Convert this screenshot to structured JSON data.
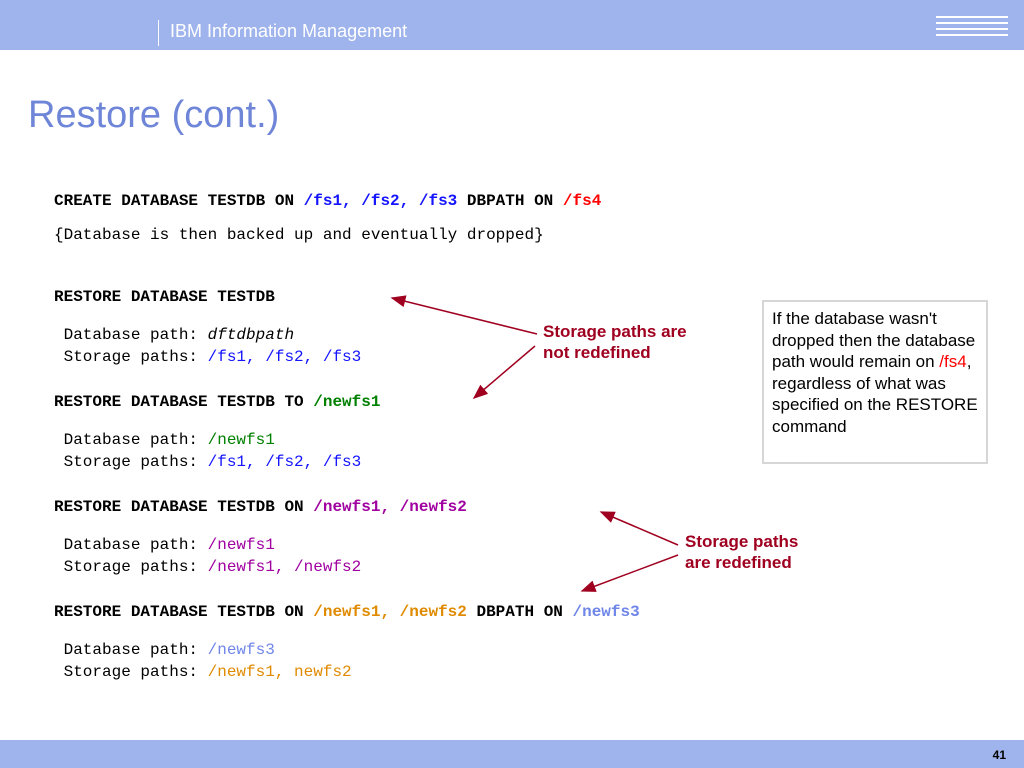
{
  "header": {
    "brand": "IBM Information Management",
    "logo_text": "IBM"
  },
  "title": "Restore (cont.)",
  "create": {
    "cmd": "CREATE DATABASE TESTDB ON ",
    "paths": "/fs1, /fs2, /fs3",
    "dbpath_kw": " DBPATH ON ",
    "dbpath": "/fs4"
  },
  "create_note": "{Database is then backed up and eventually dropped}",
  "r1": {
    "cmd": "RESTORE DATABASE TESTDB",
    "db_label": " Database path: ",
    "db_value": "dftdbpath",
    "sp_label": " Storage paths: ",
    "sp_a": "/fs1",
    "sp_sep1": ", ",
    "sp_b": "/fs2",
    "sp_sep2": ", ",
    "sp_c": "/fs3"
  },
  "r2": {
    "cmd": "RESTORE DATABASE TESTDB TO ",
    "to": "/newfs1",
    "db_label": " Database path: ",
    "db_value": "/newfs1",
    "sp_label": " Storage paths: ",
    "sp_a": "/fs1",
    "sp_sep1": ", ",
    "sp_b": "/fs2",
    "sp_sep2": ", ",
    "sp_c": "/fs3"
  },
  "r3": {
    "cmd": "RESTORE DATABASE TESTDB ON ",
    "on": "/newfs1, /newfs2",
    "db_label": " Database path: ",
    "db_value": "/newfs1",
    "sp_label": " Storage paths: ",
    "sp_a": "/newfs1",
    "sp_sep": ", ",
    "sp_b": "/newfs2"
  },
  "r4": {
    "cmd": "RESTORE DATABASE TESTDB ON ",
    "on": "/newfs1, /newfs2",
    "dbpath_kw": " DBPATH ON ",
    "dbpath": "/newfs3",
    "db_label": " Database path: ",
    "db_value": "/newfs3",
    "sp_label": " Storage paths: ",
    "sp_value": "/newfs1, newfs2"
  },
  "callouts": {
    "not_redefined": [
      "Storage paths are",
      "not redefined"
    ],
    "redefined": [
      "Storage paths",
      "are redefined"
    ]
  },
  "note": {
    "part1": "If the database wasn't dropped then the database path would remain on ",
    "highlight": "/fs4",
    "part2": ", regardless of what was specified on the RESTORE command"
  },
  "footer": {
    "page": "41"
  },
  "colors": {
    "bar": "#9fb4ec",
    "title": "#6f86d8",
    "callout": "#a00020"
  }
}
